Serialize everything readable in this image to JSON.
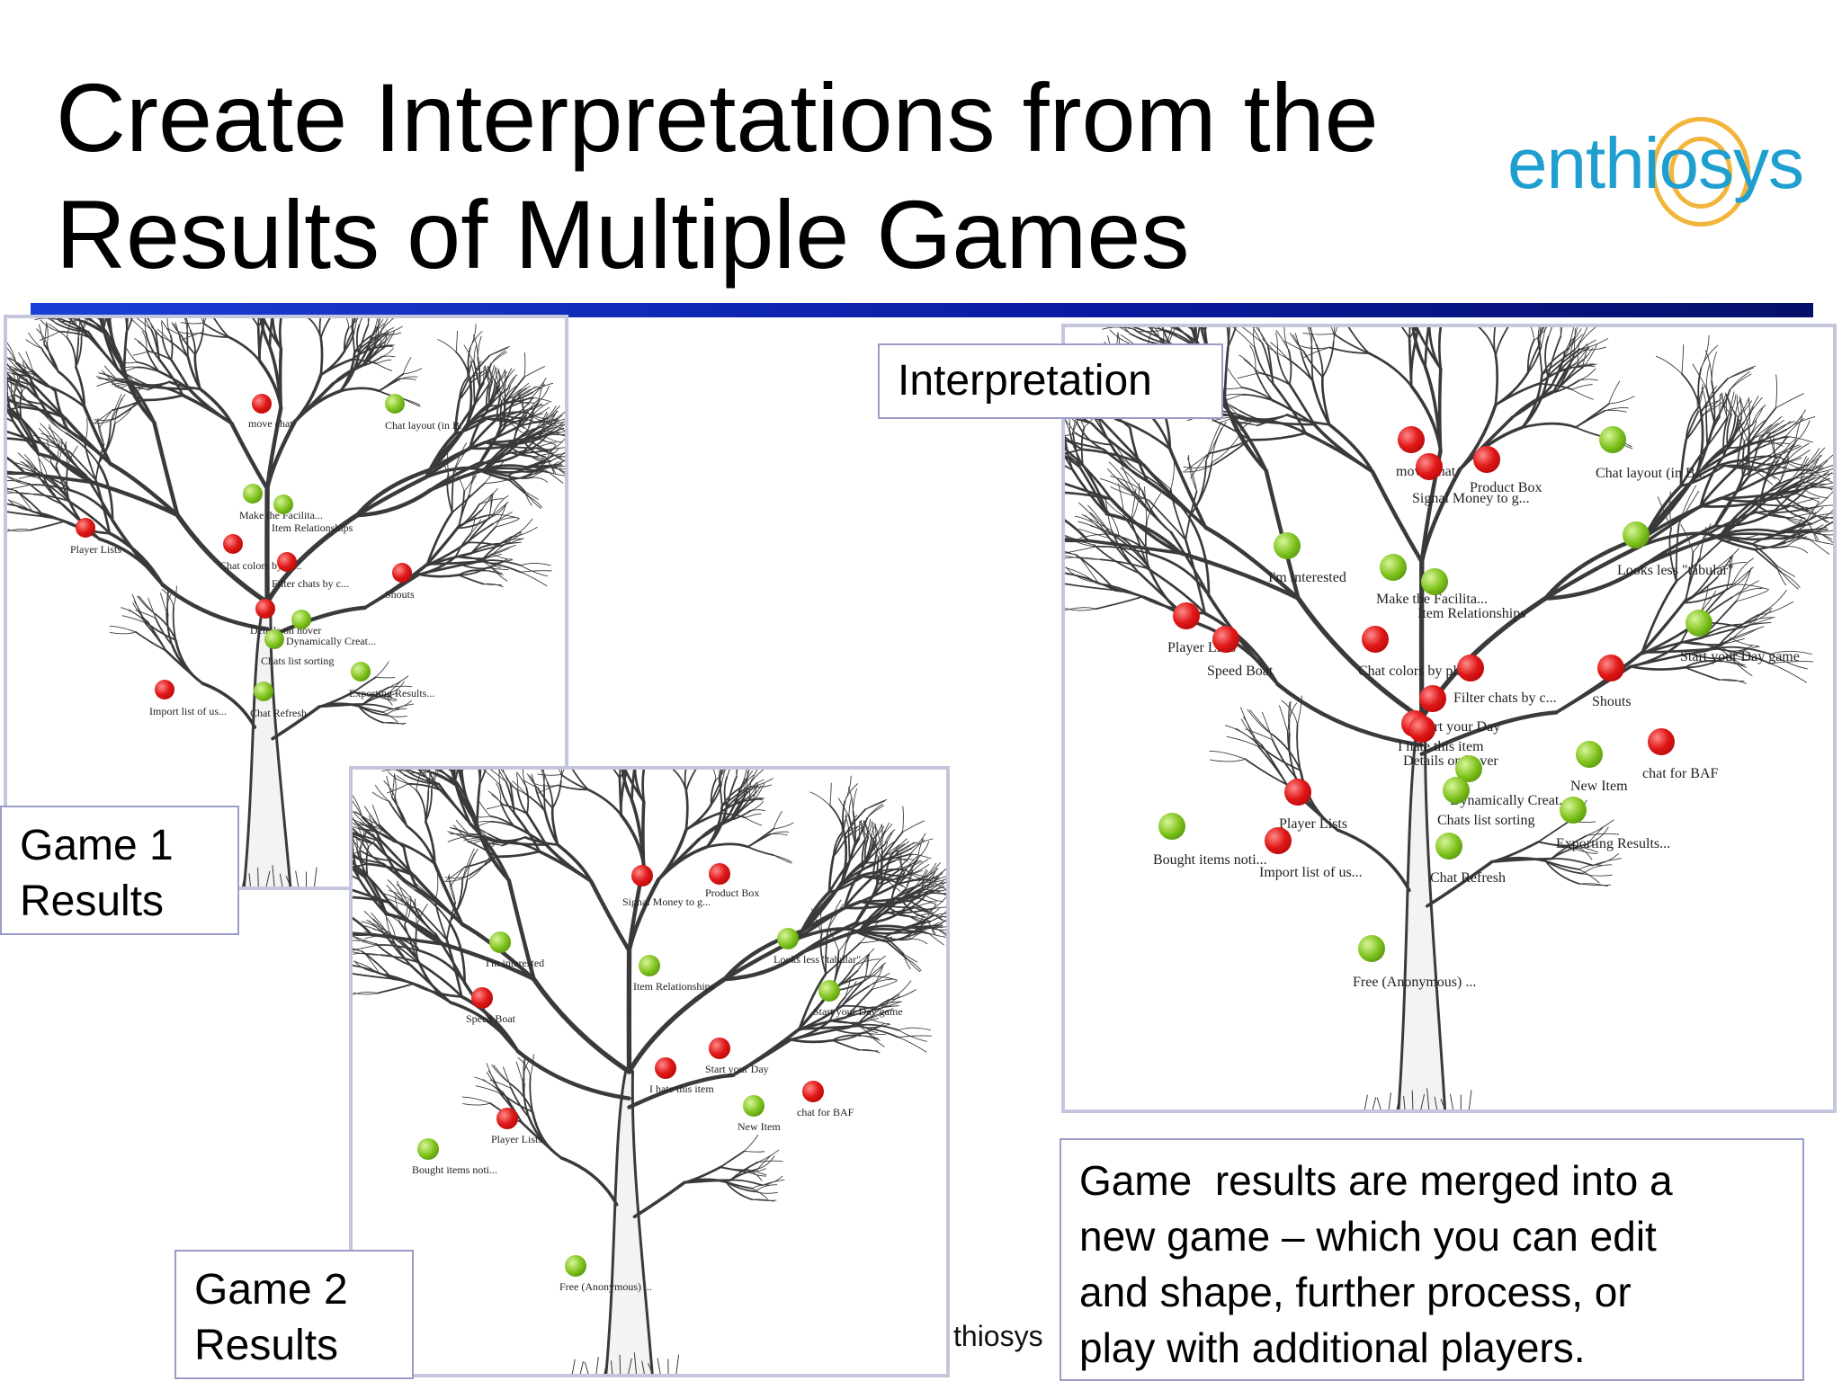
{
  "slide": {
    "title_line1": "Create Interpretations from the",
    "title_line2": "Results of Multiple Games",
    "logo_text": "enthiosys",
    "footer_text": "thiosys",
    "accent_color": "#0a1aa0",
    "logo_color": "#1e9fd0",
    "logo_ring_color": "#f2b53a"
  },
  "game1": {
    "label_line1": "Game 1",
    "label_line2": "Results",
    "apples": [
      {
        "label": "move chat",
        "color": "red"
      },
      {
        "label": "Chat layout (in B...",
        "color": "green"
      },
      {
        "label": "Make the Facilita...",
        "color": "green"
      },
      {
        "label": "Item Relationships",
        "color": "green"
      },
      {
        "label": "Player Lists",
        "color": "red"
      },
      {
        "label": "Chat colors by pl...",
        "color": "red"
      },
      {
        "label": "Filter chats by c...",
        "color": "red"
      },
      {
        "label": "Shouts",
        "color": "red"
      },
      {
        "label": "Details on hover",
        "color": "red"
      },
      {
        "label": "Dynamically Creat...",
        "color": "green"
      },
      {
        "label": "Chats list sorting",
        "color": "green"
      },
      {
        "label": "Exporting Results...",
        "color": "green"
      },
      {
        "label": "Import list of us...",
        "color": "red"
      },
      {
        "label": "Chat Refresh",
        "color": "green"
      }
    ]
  },
  "game2": {
    "label_line1": "Game 2",
    "label_line2": "Results",
    "apples": [
      {
        "label": "Product Box",
        "color": "red"
      },
      {
        "label": "Signal Money to g...",
        "color": "red"
      },
      {
        "label": "I'm interested",
        "color": "green"
      },
      {
        "label": "Looks less \"tabular\"",
        "color": "green"
      },
      {
        "label": "Item Relationships",
        "color": "green"
      },
      {
        "label": "Start your Day game",
        "color": "green"
      },
      {
        "label": "Speed Boat",
        "color": "red"
      },
      {
        "label": "Start your Day",
        "color": "red"
      },
      {
        "label": "I hate this item",
        "color": "red"
      },
      {
        "label": "chat for BAF",
        "color": "red"
      },
      {
        "label": "New Item",
        "color": "green"
      },
      {
        "label": "Player Lists",
        "color": "red"
      },
      {
        "label": "Bought items noti...",
        "color": "green"
      },
      {
        "label": "Free (Anonymous) ...",
        "color": "green"
      }
    ]
  },
  "interpretation": {
    "label": "Interpretation",
    "apples": [
      {
        "label": "move chat",
        "color": "red"
      },
      {
        "label": "Product Box",
        "color": "red"
      },
      {
        "label": "Signal Money to g...",
        "color": "red"
      },
      {
        "label": "Chat layout (in B...",
        "color": "green"
      },
      {
        "label": "I'm interested",
        "color": "green"
      },
      {
        "label": "Looks less \"tabular\"",
        "color": "green"
      },
      {
        "label": "Make the Facilita...",
        "color": "green"
      },
      {
        "label": "Item Relationships",
        "color": "green"
      },
      {
        "label": "Player Lists",
        "color": "red"
      },
      {
        "label": "Speed Boat",
        "color": "red"
      },
      {
        "label": "Start your Day game",
        "color": "green"
      },
      {
        "label": "Chat colors by pl...",
        "color": "red"
      },
      {
        "label": "Filter chats by c...",
        "color": "red"
      },
      {
        "label": "Shouts",
        "color": "red"
      },
      {
        "label": "Start your Day",
        "color": "red"
      },
      {
        "label": "I hate this item",
        "color": "red"
      },
      {
        "label": "Details on hover",
        "color": "red"
      },
      {
        "label": "chat for BAF",
        "color": "red"
      },
      {
        "label": "Dynamically Creat...",
        "color": "green"
      },
      {
        "label": "New Item",
        "color": "green"
      },
      {
        "label": "Chats list sorting",
        "color": "green"
      },
      {
        "label": "Player Lists",
        "color": "red"
      },
      {
        "label": "Exporting Results...",
        "color": "green"
      },
      {
        "label": "Bought items noti...",
        "color": "green"
      },
      {
        "label": "Import list of us...",
        "color": "red"
      },
      {
        "label": "Chat Refresh",
        "color": "green"
      },
      {
        "label": "Free (Anonymous) ...",
        "color": "green"
      }
    ]
  },
  "description": {
    "line1": "Game  results are merged into a",
    "line2": "new game – which you can edit",
    "line3": "and shape, further process, or",
    "line4": "play with additional players."
  }
}
